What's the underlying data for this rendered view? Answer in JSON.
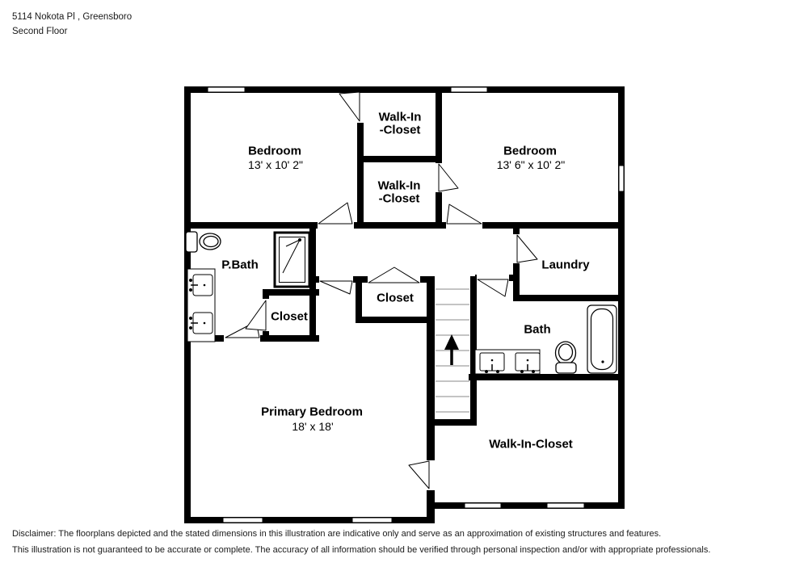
{
  "header": {
    "address": "5114 Nokota Pl , Greensboro",
    "floor_label": "Second Floor"
  },
  "floorplan": {
    "rooms": {
      "bedroom_left": {
        "name": "Bedroom",
        "dims": "13' x 10' 2\""
      },
      "walkin_closet_top": {
        "line1": "Walk-In",
        "line2": "-Closet"
      },
      "bedroom_right": {
        "name": "Bedroom",
        "dims": "13' 6\" x 10' 2\""
      },
      "walkin_closet_mid": {
        "line1": "Walk-In",
        "line2": "-Closet"
      },
      "primary_bath": {
        "name": "P.Bath"
      },
      "laundry": {
        "name": "Laundry"
      },
      "closet_hall": {
        "name": "Closet"
      },
      "closet_pbath": {
        "name": "Closet"
      },
      "bath": {
        "name": "Bath"
      },
      "primary_bedroom": {
        "name": "Primary Bedroom",
        "dims": "18' x 18'"
      },
      "walkin_closet_primary": {
        "name": "Walk-In-Closet"
      }
    },
    "fixtures": [
      "toilet",
      "shower",
      "double-vanity",
      "bath-sink-counter",
      "toilet-hall-bath",
      "bathtub",
      "stairs-up-arrow"
    ],
    "colors": {
      "wall": "#000000",
      "background": "#ffffff",
      "stair_tread": "#8a8a8a"
    }
  },
  "disclaimer": {
    "line1": "Disclaimer: The floorplans depicted and the stated dimensions in this illustration are indicative only and serve as an approximation of existing structures and features.",
    "line2": "This illustration is not guaranteed to be accurate or complete. The accuracy of all information should be verified through personal inspection and/or with appropriate professionals."
  }
}
